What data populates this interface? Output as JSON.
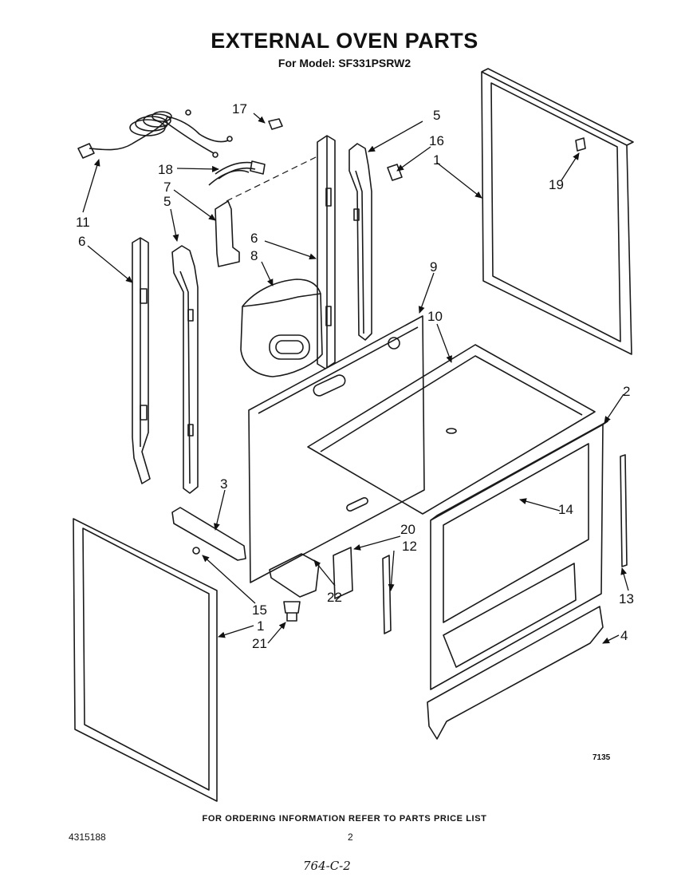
{
  "header": {
    "title": "EXTERNAL OVEN PARTS",
    "subtitle": "For Model: SF331PSRW2"
  },
  "figure_code": "7135",
  "callouts": [
    {
      "id": "c17",
      "label": "17"
    },
    {
      "id": "c5a",
      "label": "5"
    },
    {
      "id": "c16",
      "label": "16"
    },
    {
      "id": "c1a",
      "label": "1"
    },
    {
      "id": "c19",
      "label": "19"
    },
    {
      "id": "c18",
      "label": "18"
    },
    {
      "id": "c7",
      "label": "7"
    },
    {
      "id": "c5b",
      "label": "5"
    },
    {
      "id": "c11",
      "label": "11"
    },
    {
      "id": "c6a",
      "label": "6"
    },
    {
      "id": "c6b",
      "label": "6"
    },
    {
      "id": "c8",
      "label": "8"
    },
    {
      "id": "c9",
      "label": "9"
    },
    {
      "id": "c10",
      "label": "10"
    },
    {
      "id": "c2",
      "label": "2"
    },
    {
      "id": "c3",
      "label": "3"
    },
    {
      "id": "c14",
      "label": "14"
    },
    {
      "id": "c20",
      "label": "20"
    },
    {
      "id": "c12",
      "label": "12"
    },
    {
      "id": "c22",
      "label": "22"
    },
    {
      "id": "c15",
      "label": "15"
    },
    {
      "id": "c1b",
      "label": "1"
    },
    {
      "id": "c21",
      "label": "21"
    },
    {
      "id": "c13",
      "label": "13"
    },
    {
      "id": "c4",
      "label": "4"
    }
  ],
  "footer": {
    "note": "FOR ORDERING INFORMATION REFER TO PARTS PRICE LIST",
    "doc_number": "4315188",
    "page_number": "2",
    "handwritten": "764-C-2"
  }
}
